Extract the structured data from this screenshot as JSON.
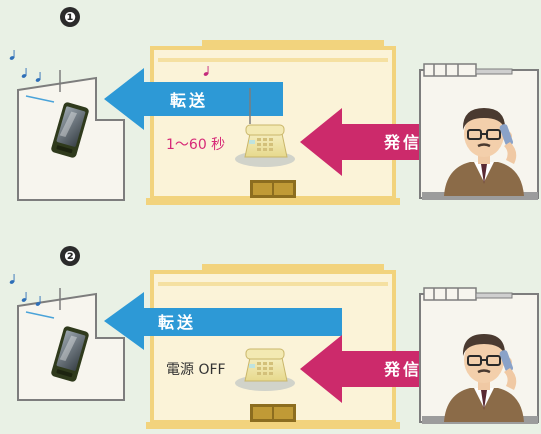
{
  "colors": {
    "background": "#e9f1e5",
    "building": "#fbf3d8",
    "building_trim": "#f2d37d",
    "forward_arrow": "#2d99d6",
    "call_arrow": "#cc2a6b",
    "label_pink": "#d72a78"
  },
  "scenarios": [
    {
      "number": "❶",
      "forward_label": "転送",
      "call_label": "発信",
      "phone_status": "1～60 秒",
      "phone_state": "ringing"
    },
    {
      "number": "❷",
      "forward_label": "転送",
      "call_label": "発信",
      "phone_status": "電源 OFF",
      "phone_state": "off"
    }
  ],
  "icons": [
    "mobile-phone-icon",
    "desk-phone-icon",
    "businessman-icon",
    "music-note-icon"
  ]
}
